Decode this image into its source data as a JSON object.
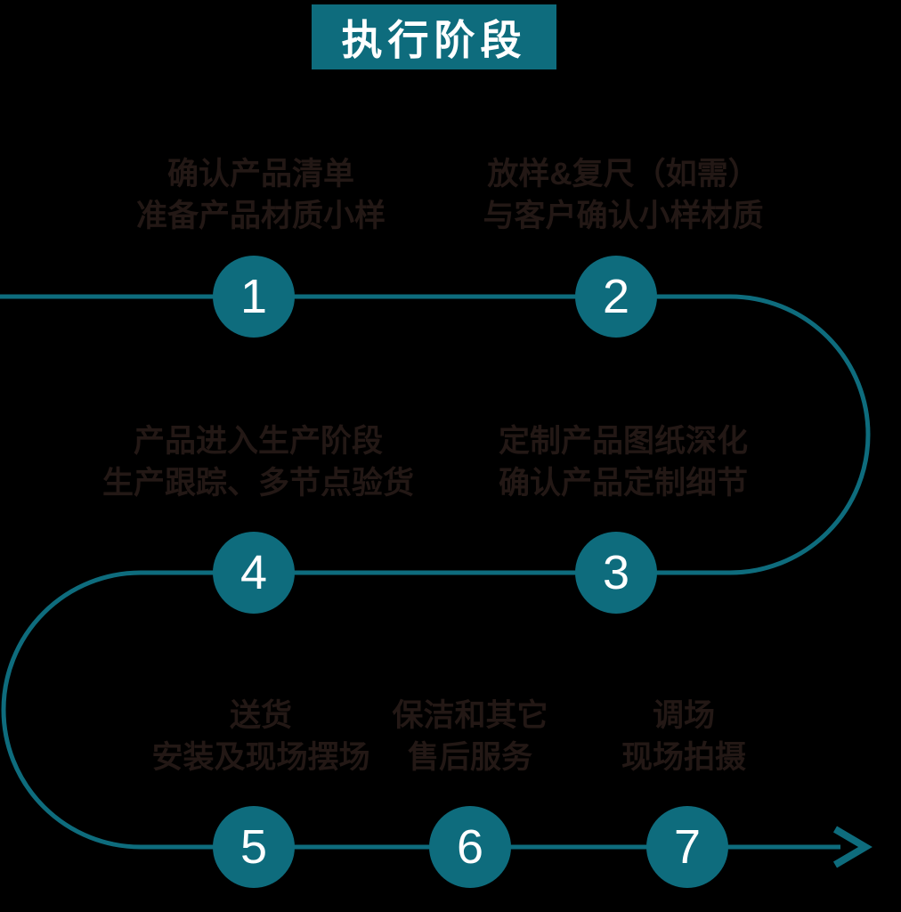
{
  "title": {
    "label": "执行阶段"
  },
  "colors": {
    "accent_teal": "#0e6c7d",
    "label_text": "#231815",
    "number_text": "#ffffff",
    "background": "#000000"
  },
  "steps": [
    {
      "num": "1",
      "label_line1": "确认产品清单",
      "label_line2": "准备产品材质小样"
    },
    {
      "num": "2",
      "label_line1": "放样&复尺（如需）",
      "label_line2": "与客户确认小样材质"
    },
    {
      "num": "3",
      "label_line1": "定制产品图纸深化",
      "label_line2": "确认产品定制细节"
    },
    {
      "num": "4",
      "label_line1": "产品进入生产阶段",
      "label_line2": "生产跟踪、多节点验货"
    },
    {
      "num": "5",
      "label_line1": "送货",
      "label_line2": "安装及现场摆场"
    },
    {
      "num": "6",
      "label_line1": "保洁和其它",
      "label_line2": "售后服务"
    },
    {
      "num": "7",
      "label_line1": "调场",
      "label_line2": "现场拍摄"
    }
  ],
  "icons": {
    "flow_arrow": "arrow-right"
  }
}
